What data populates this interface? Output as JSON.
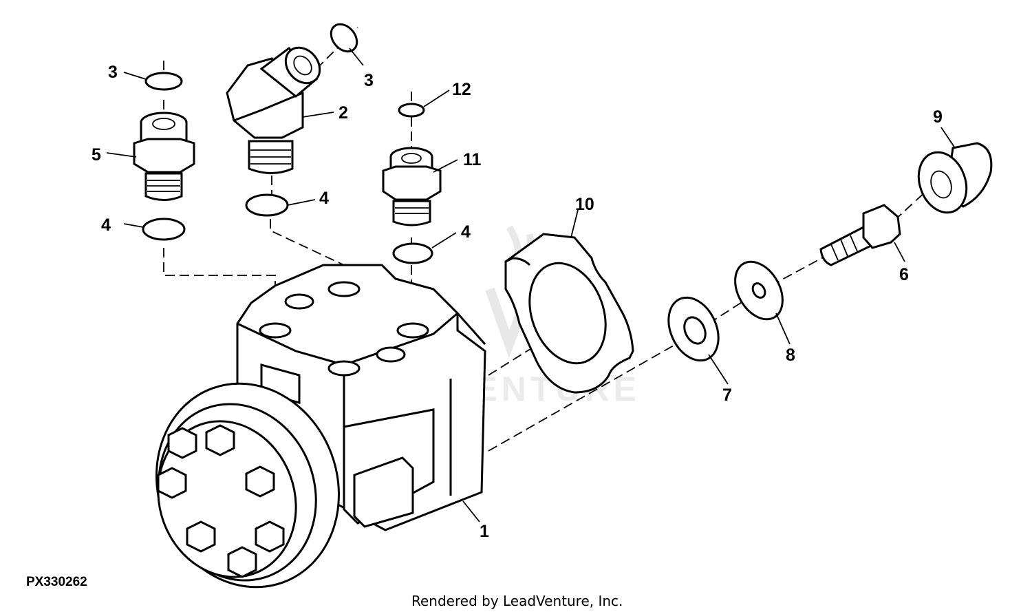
{
  "diagram": {
    "figure_id": "PX330262",
    "credit": "Rendered by LeadVenture, Inc.",
    "watermark": "LEADVENTURE",
    "callouts": [
      {
        "id": "c-1",
        "label": "1"
      },
      {
        "id": "c-2",
        "label": "2"
      },
      {
        "id": "c-3a",
        "label": "3"
      },
      {
        "id": "c-3b",
        "label": "3"
      },
      {
        "id": "c-4a",
        "label": "4"
      },
      {
        "id": "c-4b",
        "label": "4"
      },
      {
        "id": "c-4c",
        "label": "4"
      },
      {
        "id": "c-5",
        "label": "5"
      },
      {
        "id": "c-6",
        "label": "6"
      },
      {
        "id": "c-7",
        "label": "7"
      },
      {
        "id": "c-8",
        "label": "8"
      },
      {
        "id": "c-9",
        "label": "9"
      },
      {
        "id": "c-10",
        "label": "10"
      },
      {
        "id": "c-11",
        "label": "11"
      },
      {
        "id": "c-12",
        "label": "12"
      }
    ]
  }
}
